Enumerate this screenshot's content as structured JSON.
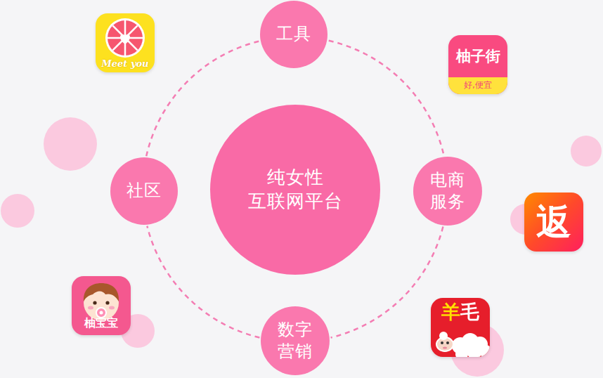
{
  "diagram": {
    "nodes": [
      {
        "text": [
          "Meet you"
        ]
      },
      {
        "text": [
          "工具"
        ]
      },
      {
        "text": [
          "柚子街",
          "好,便宜"
        ]
      },
      {
        "text": [
          "纯女性 互联网平台"
        ]
      },
      {
        "text": [
          "社区"
        ]
      },
      {
        "text": [
          "电商 服务"
        ]
      },
      {
        "text": [
          "返"
        ]
      },
      {
        "text": [
          "柚宝宝"
        ]
      },
      {
        "text": [
          "数字 营销"
        ]
      },
      {
        "text": [
          "羊毛"
        ]
      }
    ],
    "edges": [
      {
        "from": 1,
        "to": 5,
        "arrow": "none"
      },
      {
        "from": 5,
        "to": 8,
        "arrow": "none"
      },
      {
        "from": 8,
        "to": 4,
        "arrow": "none"
      },
      {
        "from": 4,
        "to": 1,
        "arrow": "none"
      }
    ]
  }
}
